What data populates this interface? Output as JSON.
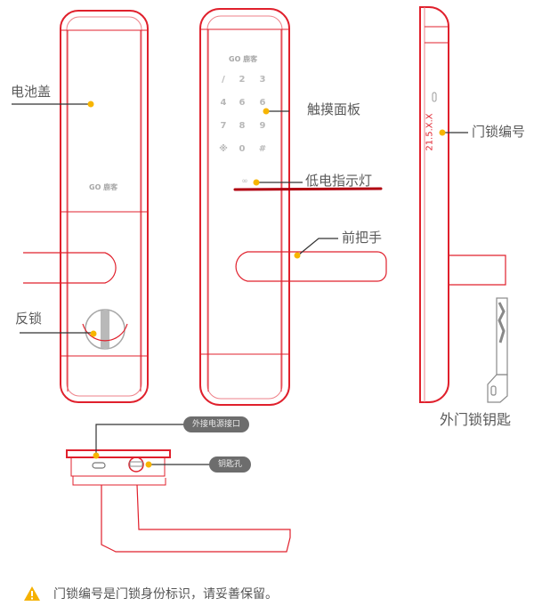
{
  "colors": {
    "outline": "#e0202c",
    "outline_light": "#ee8088",
    "callout_dot": "#f7b500",
    "leader_line": "#333333",
    "underline": "#b00010",
    "label_text": "#5a5a5a",
    "pill_bg": "#6d6d6d",
    "warning": "#f5b100"
  },
  "labels": {
    "battery_cover": "电池盖",
    "touch_panel": "触摸面板",
    "low_battery_indicator": "低电指示灯",
    "front_handle": "前把手",
    "anti_lock": "反锁",
    "lock_serial": "门锁编号",
    "external_key": "外门锁钥匙",
    "external_power_port": "外接电源接口",
    "keyhole": "钥匙孔"
  },
  "device": {
    "brand_logo": "GO 鹿客",
    "serial_number": "21.5.X.X",
    "led_symbol": "∞",
    "keypad": [
      "/",
      "2",
      "3",
      "4",
      "6",
      "6",
      "7",
      "8",
      "9",
      "※",
      "0",
      "#"
    ]
  },
  "notice": {
    "icon": "warning-icon",
    "text": "门锁编号是门锁身份标识，请妥善保留。"
  }
}
